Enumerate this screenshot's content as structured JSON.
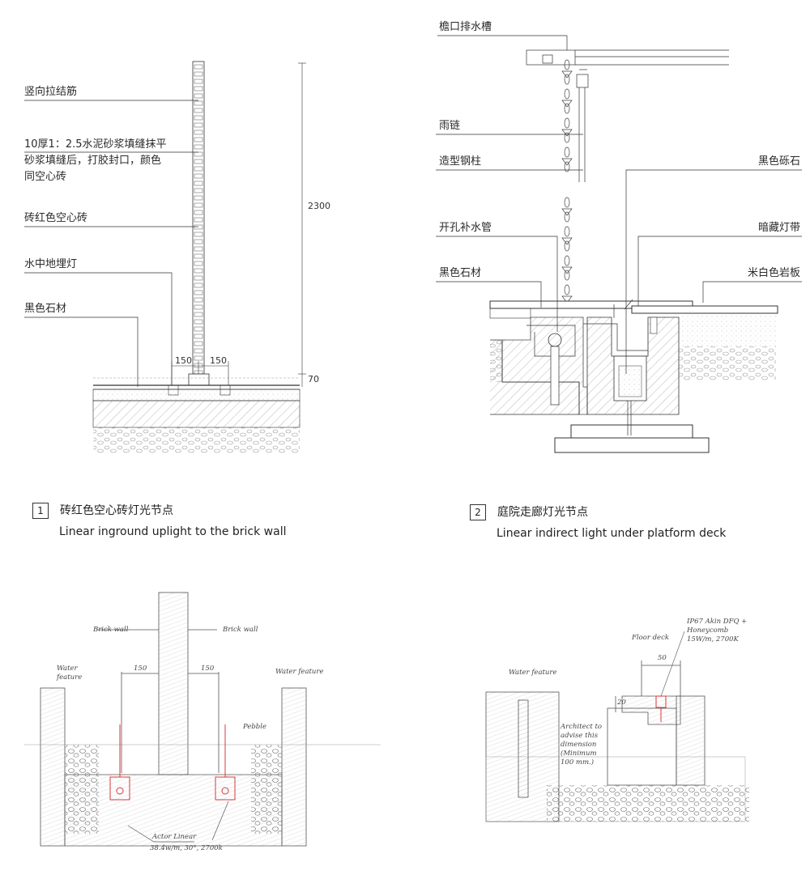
{
  "detail1": {
    "labels": {
      "rebar": "竖向拉结筋",
      "mortar": "10厚1：2.5水泥砂浆填缝抹平\n砂浆填缝后，打胶封口，颜色\n同空心砖",
      "brick": "砖红色空心砖",
      "light": "水中地埋灯",
      "stone": "黑色石材"
    },
    "dims": {
      "height": "2300",
      "left": "150",
      "right": "150",
      "base": "70"
    },
    "caption": {
      "number": "1",
      "zh": "砖红色空心砖灯光节点",
      "en": "Linear inground uplight to the brick wall"
    }
  },
  "detail2": {
    "labels": {
      "gutter": "檐口排水槽",
      "chain": "雨链",
      "column": "造型钢柱",
      "pipe": "开孔补水管",
      "black_stone": "黑色石材",
      "gravel": "黑色砾石",
      "strip": "暗藏灯带",
      "slab": "米白色岩板"
    },
    "caption": {
      "number": "2",
      "zh": "庭院走廊灯光节点",
      "en": "Linear indirect light under platform deck"
    }
  },
  "sketch1": {
    "brick_wall_left": "Brick wall",
    "brick_wall_right": "Brick wall",
    "water_left": "Water\nfeature",
    "water_right": "Water feature",
    "dim_left": "150",
    "dim_right": "150",
    "pebble": "Pebble",
    "fixture": "Actor Linear",
    "fixture_spec": "38.4w/m, 30°, 2700k"
  },
  "sketch2": {
    "floor_deck": "Floor deck",
    "spec": "IP67 Akin DFQ +\nHoneycomb\n15W/m, 2700K",
    "water": "Water feature",
    "dim_top": "50",
    "dim_side": "20",
    "note": "Architect to\nadvise this\ndimension\n(Minimum\n100 mm.)"
  },
  "colors": {
    "line": "#2a2a2a",
    "accent": "#d43a3a",
    "pencil": "#777777"
  }
}
